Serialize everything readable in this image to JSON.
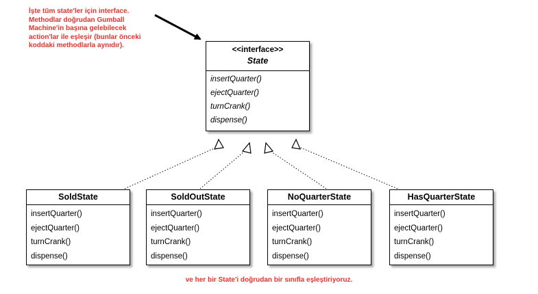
{
  "annotations": {
    "top_note": [
      "İşte tüm state'ler için interface.",
      "Methodlar doğrudan Gumball",
      "Machine'in başına gelebilecek",
      "action'lar ile eşleşir (bunlar önceki",
      "koddaki methodlarla aynıdır)."
    ],
    "bottom_note": "ve her bir State'i doğrudan bir sınıfla eşleştiriyoruz."
  },
  "interface": {
    "stereotype": "<<interface>>",
    "name": "State",
    "methods": [
      "insertQuarter()",
      "ejectQuarter()",
      "turnCrank()",
      "dispense()"
    ]
  },
  "classes": [
    {
      "name": "SoldState",
      "methods": [
        "insertQuarter()",
        "ejectQuarter()",
        "turnCrank()",
        "dispense()"
      ]
    },
    {
      "name": "SoldOutState",
      "methods": [
        "insertQuarter()",
        "ejectQuarter()",
        "turnCrank()",
        "dispense()"
      ]
    },
    {
      "name": "NoQuarterState",
      "methods": [
        "insertQuarter()",
        "ejectQuarter()",
        "turnCrank()",
        "dispense()"
      ]
    },
    {
      "name": "HasQuarterState",
      "methods": [
        "insertQuarter()",
        "ejectQuarter()",
        "turnCrank()",
        "dispense()"
      ]
    }
  ],
  "colors": {
    "annotation": "#e8332e",
    "line": "#000000"
  }
}
